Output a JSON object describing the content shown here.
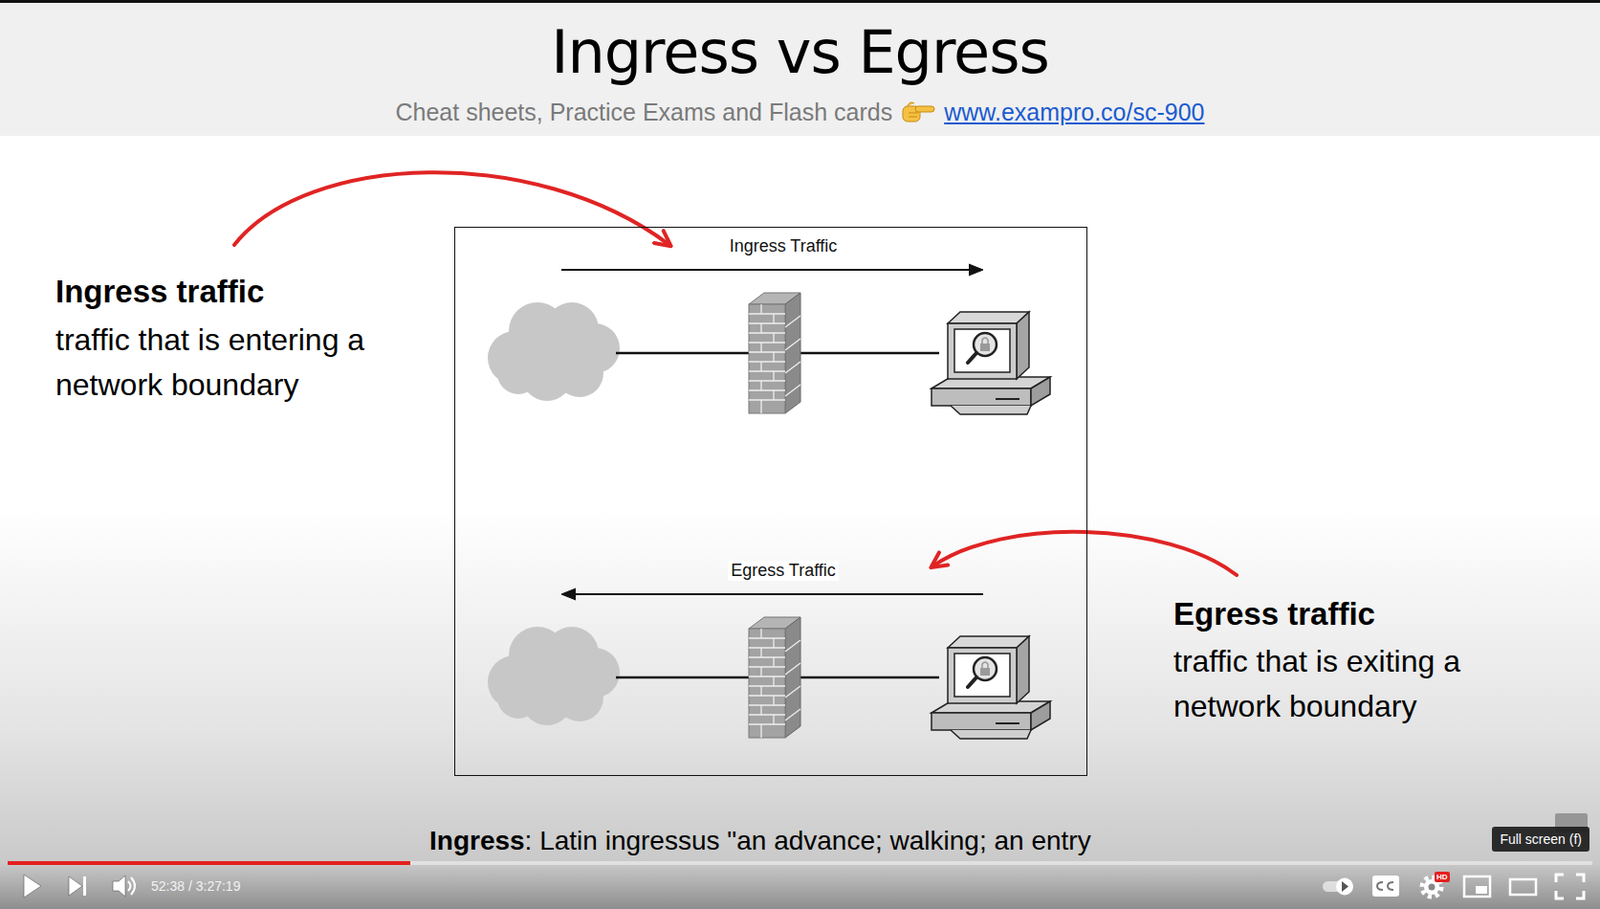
{
  "diagram": {
    "title": "Ingress vs Egress",
    "nodes": [
      {
        "text": [
          "Ingress Traffic",
          "Egress Traffic"
        ]
      },
      {
        "text": [
          "Full screen (f)"
        ]
      }
    ],
    "labels": [
      "Ingress traffic",
      "traffic that is entering a network boundary",
      "Egress traffic",
      "traffic that is exiting a network boundary",
      "Cheat sheets, Practice Exams and Flash cards",
      "www.exampro.co/sc-900",
      "Ingress",
      ": Latin ingressus \"an advance; walking; an entry",
      "52:38 / 3:27:19",
      "HD"
    ]
  }
}
